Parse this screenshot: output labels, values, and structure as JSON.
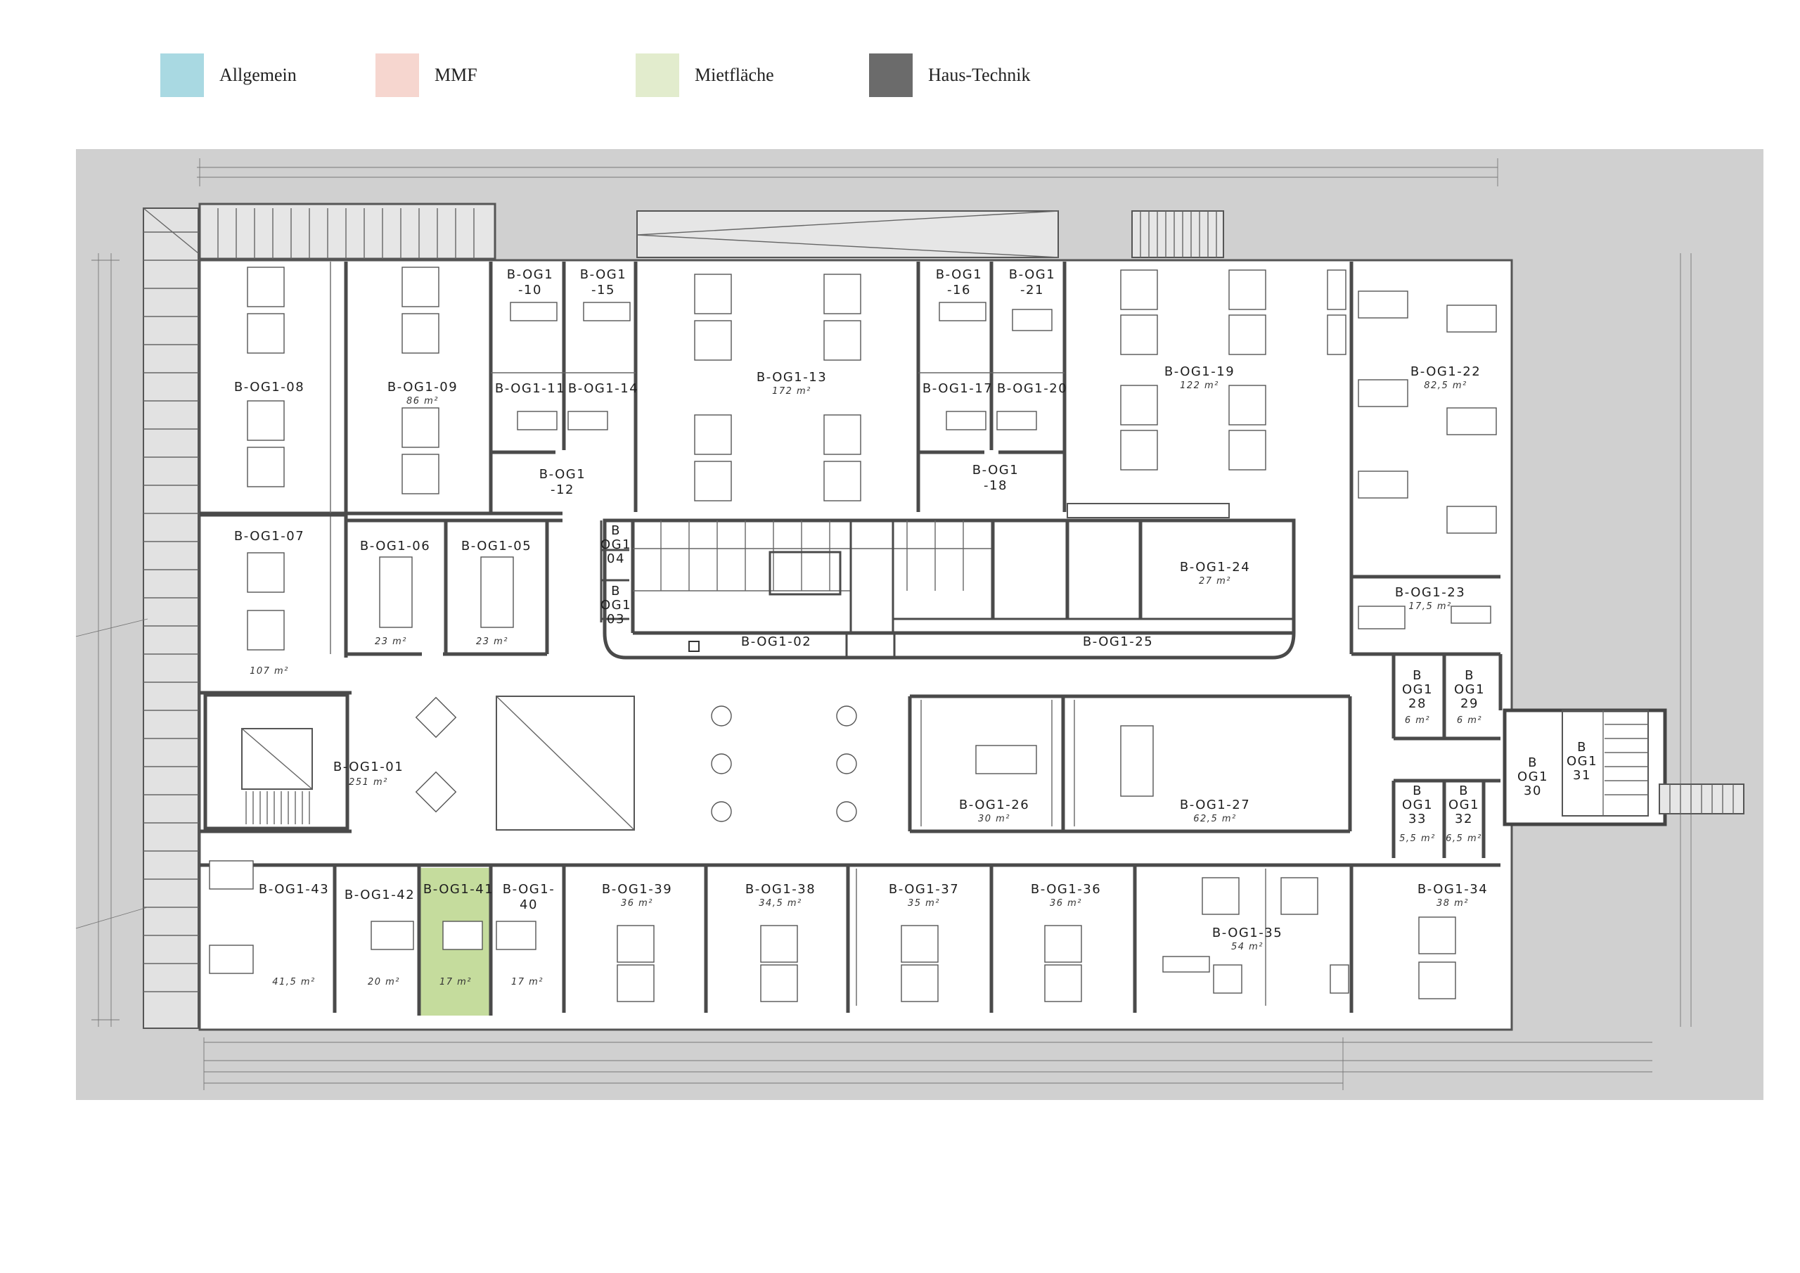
{
  "legend": [
    {
      "label": "Allgemein",
      "color": "#a9d9e2"
    },
    {
      "label": "MMF",
      "color": "#f6d6cf"
    },
    {
      "label": "Mietfläche",
      "color": "#e2eccd"
    },
    {
      "label": "Haus-Technik",
      "color": "#6b6b6b"
    }
  ],
  "highlight_color": "#c5dc9d",
  "rooms": [
    {
      "id": "r08",
      "lines": [
        "B-OG1-08"
      ],
      "area": ""
    },
    {
      "id": "r09",
      "lines": [
        "B-OG1-09"
      ],
      "area": "86 m²"
    },
    {
      "id": "r10",
      "lines": [
        "B-OG1",
        "-10"
      ],
      "area": ""
    },
    {
      "id": "r15",
      "lines": [
        "B-OG1",
        "-15"
      ],
      "area": ""
    },
    {
      "id": "r11",
      "lines": [
        "B-OG1-11"
      ],
      "area": ""
    },
    {
      "id": "r14",
      "lines": [
        "B-OG1-14"
      ],
      "area": ""
    },
    {
      "id": "r12",
      "lines": [
        "B-OG1",
        "-12"
      ],
      "area": ""
    },
    {
      "id": "r13",
      "lines": [
        "B-OG1-13"
      ],
      "area": "172 m²"
    },
    {
      "id": "r16",
      "lines": [
        "B-OG1",
        "-16"
      ],
      "area": ""
    },
    {
      "id": "r21",
      "lines": [
        "B-OG1",
        "-21"
      ],
      "area": ""
    },
    {
      "id": "r17",
      "lines": [
        "B-OG1-17"
      ],
      "area": ""
    },
    {
      "id": "r20",
      "lines": [
        "B-OG1-20"
      ],
      "area": ""
    },
    {
      "id": "r18",
      "lines": [
        "B-OG1",
        "-18"
      ],
      "area": ""
    },
    {
      "id": "r19",
      "lines": [
        "B-OG1-19"
      ],
      "area": "122 m²"
    },
    {
      "id": "r22",
      "lines": [
        "B-OG1-22"
      ],
      "area": "82,5 m²"
    },
    {
      "id": "r07",
      "lines": [
        "B-OG1-07"
      ],
      "area": "107 m²"
    },
    {
      "id": "r06",
      "lines": [
        "B-OG1-06"
      ],
      "area": "23 m²"
    },
    {
      "id": "r05",
      "lines": [
        "B-OG1-05"
      ],
      "area": "23 m²"
    },
    {
      "id": "r04",
      "lines": [
        "B",
        "OG1",
        "04"
      ],
      "area": ""
    },
    {
      "id": "r03",
      "lines": [
        "B",
        "OG1",
        "03"
      ],
      "area": ""
    },
    {
      "id": "r24",
      "lines": [
        "B-OG1-24"
      ],
      "area": "27 m²"
    },
    {
      "id": "r23",
      "lines": [
        "B-OG1-23"
      ],
      "area": "17,5 m²"
    },
    {
      "id": "r02",
      "lines": [
        "B-OG1-02"
      ],
      "area": ""
    },
    {
      "id": "r25",
      "lines": [
        "B-OG1-25"
      ],
      "area": ""
    },
    {
      "id": "r28",
      "lines": [
        "B",
        "OG1",
        "28"
      ],
      "area": "6 m²"
    },
    {
      "id": "r29",
      "lines": [
        "B",
        "OG1",
        "29"
      ],
      "area": "6 m²"
    },
    {
      "id": "r01",
      "lines": [
        "B-OG1-01"
      ],
      "area": "251 m²"
    },
    {
      "id": "r26",
      "lines": [
        "B-OG1-26"
      ],
      "area": "30 m²"
    },
    {
      "id": "r27",
      "lines": [
        "B-OG1-27"
      ],
      "area": "62,5 m²"
    },
    {
      "id": "r30",
      "lines": [
        "B",
        "OG1",
        "30"
      ],
      "area": ""
    },
    {
      "id": "r31",
      "lines": [
        "B",
        "OG1",
        "31"
      ],
      "area": ""
    },
    {
      "id": "r33",
      "lines": [
        "B",
        "OG1",
        "33"
      ],
      "area": "5,5 m²"
    },
    {
      "id": "r32",
      "lines": [
        "B",
        "OG1",
        "32"
      ],
      "area": "6,5 m²"
    },
    {
      "id": "r43",
      "lines": [
        "B-OG1-43"
      ],
      "area": "41,5 m²"
    },
    {
      "id": "r42",
      "lines": [
        "B-OG1-42"
      ],
      "area": "20 m²"
    },
    {
      "id": "r41",
      "lines": [
        "B-OG1-41"
      ],
      "area": "17 m²"
    },
    {
      "id": "r40",
      "lines": [
        "B-OG1-",
        "40"
      ],
      "area": "17 m²"
    },
    {
      "id": "r39",
      "lines": [
        "B-OG1-39"
      ],
      "area": "36 m²"
    },
    {
      "id": "r38",
      "lines": [
        "B-OG1-38"
      ],
      "area": "34,5 m²"
    },
    {
      "id": "r37",
      "lines": [
        "B-OG1-37"
      ],
      "area": "35 m²"
    },
    {
      "id": "r36",
      "lines": [
        "B-OG1-36"
      ],
      "area": "36 m²"
    },
    {
      "id": "r35",
      "lines": [
        "B-OG1-35"
      ],
      "area": "54 m²"
    },
    {
      "id": "r34",
      "lines": [
        "B-OG1-34"
      ],
      "area": "38 m²"
    }
  ]
}
